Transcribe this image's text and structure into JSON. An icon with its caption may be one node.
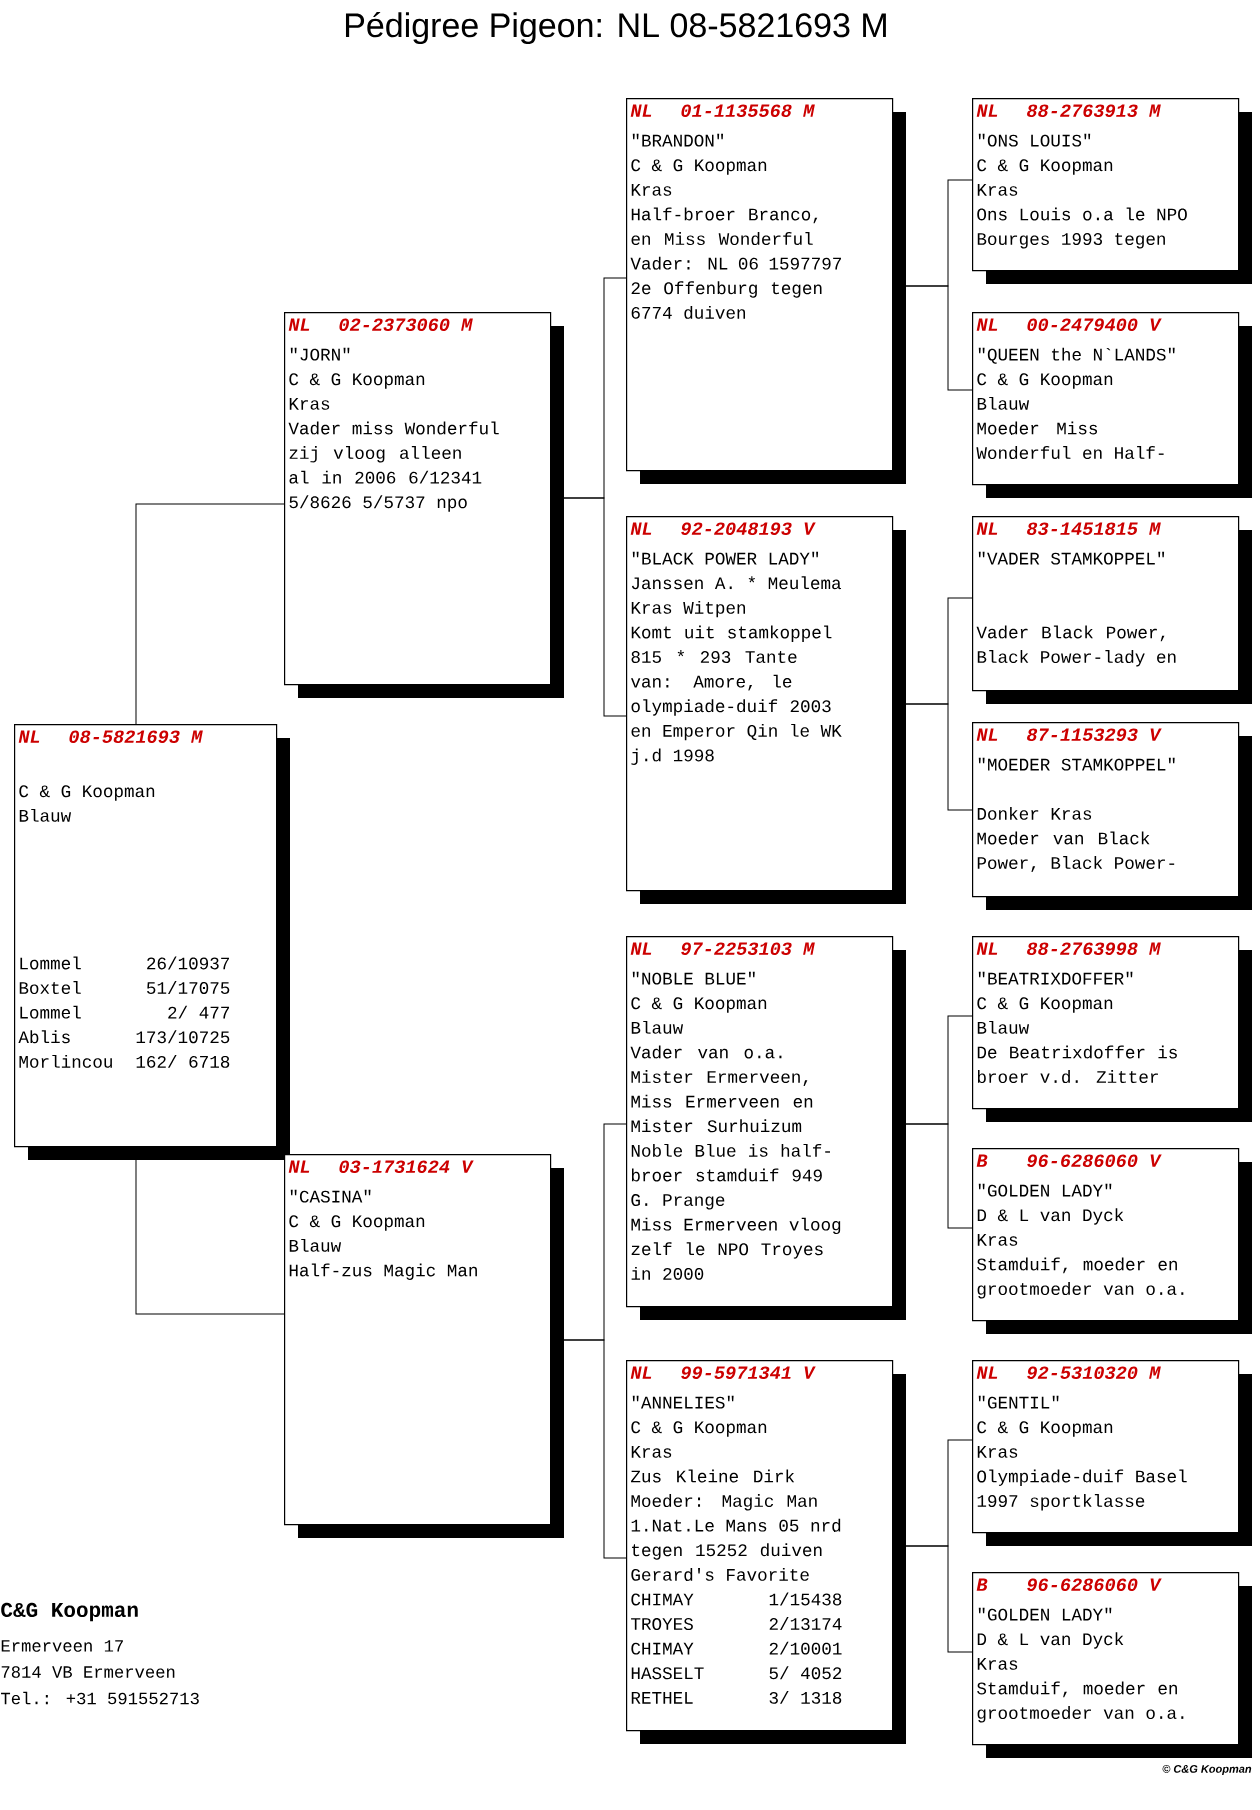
{
  "diagram": {
    "title": "Pédigree Pigeon: NL 08-5821693 M",
    "nodes": [
      {
        "text": [
          "NL",
          "08-5821693 M",
          "C & G Koopman",
          "Blauw",
          "Lommel",
          "26/10937",
          "Boxtel",
          "51/17075",
          "Lommel",
          "2/ 477",
          "Ablis",
          "173/10725",
          "Morlincou",
          "162/ 6718"
        ]
      },
      {
        "text": [
          "NL",
          "02-2373060 M",
          "\"JORN\"",
          "C & G Koopman",
          "Kras",
          "Vader miss Wonderful zij vloog alleen al in 2006 6/12341 5/8626 5/5737 npo"
        ]
      },
      {
        "text": [
          "NL",
          "03-1731624 V",
          "\"CASINA\"",
          "C & G Koopman",
          "Blauw",
          "Half-zus Magic Man"
        ]
      },
      {
        "text": [
          "NL",
          "01-1135568 M",
          "\"BRANDON\"",
          "C & G Koopman",
          "Kras",
          "Half-broer Branco, en Miss Wonderful Vader: NL 06 1597797 2e Offenburg tegen 6774 duiven"
        ]
      },
      {
        "text": [
          "NL",
          "92-2048193 V",
          "\"BLACK POWER LADY\"",
          "Janssen A. * Meulema",
          "Kras Witpen",
          "Komt uit stamkoppel 815 * 293 Tante van: Amore, le olympiade-duif 2003 en Emperor Qin le WK j.d 1998"
        ]
      },
      {
        "text": [
          "NL",
          "97-2253103 M",
          "\"NOBLE BLUE\"",
          "C & G Koopman",
          "Blauw",
          "Vader van o.a. Mister Ermerveen, Miss Ermerveen en Mister Surhuizum Noble Blue is half-broer stamduif 949 G. Prange",
          "Miss Ermerveen vloog zelf le NPO Troyes in 2000"
        ]
      },
      {
        "text": [
          "NL",
          "99-5971341 V",
          "\"ANNELIES\"",
          "C & G Koopman",
          "Kras",
          "Zus Kleine Dirk Moeder: Magic Man 1.Nat.Le Mans 05 nrd tegen 15252 duiven Gerard's Favorite",
          "CHIMAY",
          "1/15438",
          "TROYES",
          "2/13174",
          "CHIMAY",
          "2/10001",
          "HASSELT",
          "5/ 4052",
          "RETHEL",
          "3/ 1318"
        ]
      },
      {
        "text": [
          "NL",
          "88-2763913 M",
          "\"ONS LOUIS\"",
          "C & G Koopman",
          "Kras",
          "Ons Louis o.a le NPO Bourges 1993 tegen"
        ]
      },
      {
        "text": [
          "NL",
          "00-2479400 V",
          "\"QUEEN the N`LANDS\"",
          "C & G Koopman",
          "Blauw",
          "Moeder Miss Wonderful en Half-"
        ]
      },
      {
        "text": [
          "NL",
          "83-1451815 M",
          "\"VADER STAMKOPPEL\"",
          "Vader Black Power, Black Power-lady en"
        ]
      },
      {
        "text": [
          "NL",
          "87-1153293 V",
          "\"MOEDER STAMKOPPEL\"",
          "Donker Kras",
          "Moeder van Black Power, Black Power-"
        ]
      },
      {
        "text": [
          "NL",
          "88-2763998 M",
          "\"BEATRIXDOFFER\"",
          "C & G Koopman",
          "Blauw",
          "De Beatrixdoffer is broer v.d. Zitter"
        ]
      },
      {
        "text": [
          "B",
          "96-6286060 V",
          "\"GOLDEN LADY\"",
          "D & L van Dyck",
          "Kras",
          "Stamduif, moeder en grootmoeder van o.a."
        ]
      },
      {
        "text": [
          "NL",
          "92-5310320 M",
          "\"GENTIL\"",
          "C & G Koopman",
          "Kras",
          "Olympiade-duif Basel 1997 sportklasse"
        ]
      },
      {
        "text": [
          "B",
          "96-6286060 V",
          "\"GOLDEN LADY\"",
          "D & L van Dyck",
          "Kras",
          "Stamduif, moeder en grootmoeder van o.a."
        ]
      }
    ],
    "edges": [
      {
        "from": 0,
        "to": 1,
        "arrow": "none"
      },
      {
        "from": 0,
        "to": 2,
        "arrow": "none"
      },
      {
        "from": 1,
        "to": 3,
        "arrow": "none"
      },
      {
        "from": 1,
        "to": 4,
        "arrow": "none"
      },
      {
        "from": 2,
        "to": 5,
        "arrow": "none"
      },
      {
        "from": 2,
        "to": 6,
        "arrow": "none"
      },
      {
        "from": 3,
        "to": 7,
        "arrow": "none"
      },
      {
        "from": 3,
        "to": 8,
        "arrow": "none"
      },
      {
        "from": 4,
        "to": 9,
        "arrow": "none"
      },
      {
        "from": 4,
        "to": 10,
        "arrow": "none"
      },
      {
        "from": 5,
        "to": 11,
        "arrow": "none"
      },
      {
        "from": 5,
        "to": 12,
        "arrow": "none"
      },
      {
        "from": 6,
        "to": 13,
        "arrow": "none"
      },
      {
        "from": 6,
        "to": 14,
        "arrow": "none"
      }
    ],
    "labels": [
      "C&G Koopman",
      "Ermerveen 17",
      "7814 VB Ermerveen",
      "Tel.: +31 591552713",
      "© C&G Koopman"
    ]
  }
}
